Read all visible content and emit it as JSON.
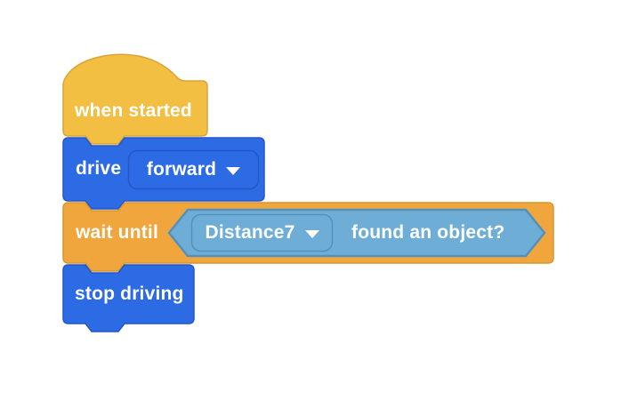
{
  "workspace": {
    "background": "#FFFFFF"
  },
  "colors": {
    "event_fill": "#F2BF42",
    "event_stroke": "#D9A43A",
    "drivetrain_fill": "#2D6BE4",
    "drivetrain_stroke": "#2356C8",
    "control_fill": "#F0A63D",
    "control_stroke": "#D8962F",
    "sensing_fill": "#6EAED6",
    "sensing_stroke": "#5391BC",
    "label": "#FFFFFF"
  },
  "blocks": {
    "when_started": {
      "label": "when started"
    },
    "drive": {
      "label": "drive",
      "direction_dropdown": {
        "value": "forward"
      }
    },
    "wait_until": {
      "label": "wait until"
    },
    "condition": {
      "sensor_dropdown": {
        "value": "Distance7"
      },
      "label": "found an object?"
    },
    "stop_driving": {
      "label": "stop driving"
    }
  },
  "icons": {
    "dropdown_arrow": "chevron-down"
  }
}
